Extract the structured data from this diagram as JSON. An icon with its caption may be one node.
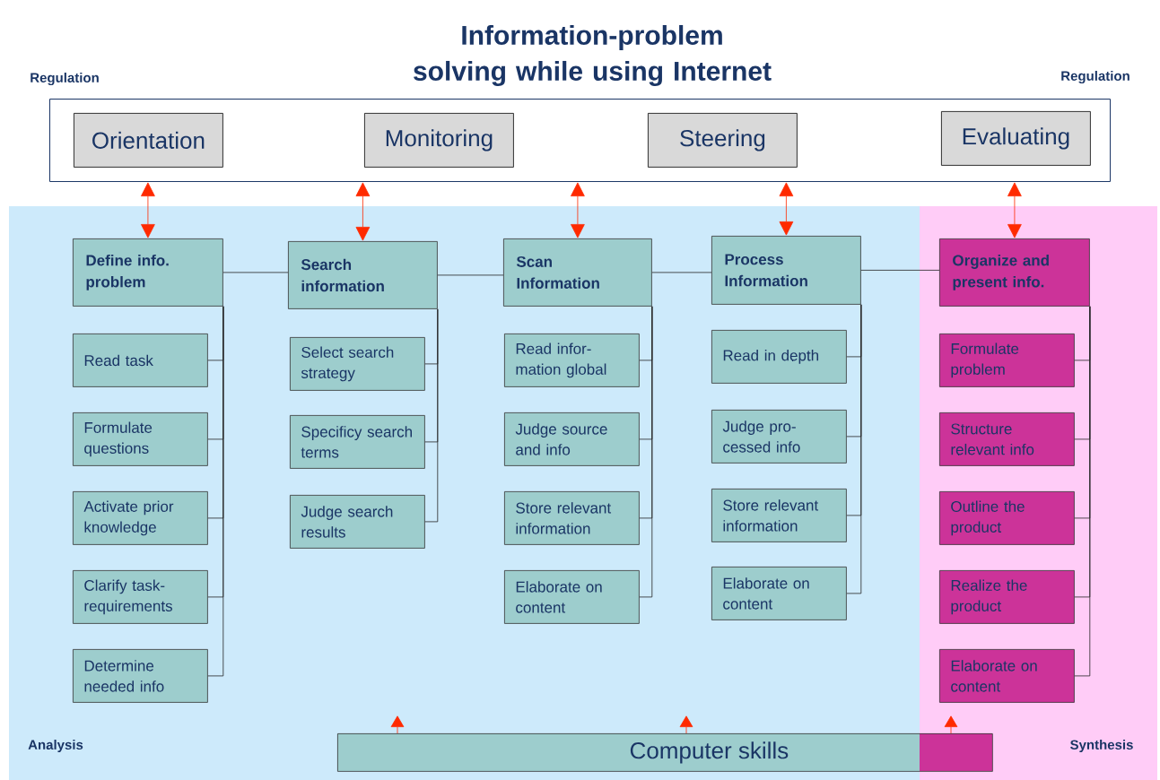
{
  "diagram": {
    "title": "Information-problem solving while using Internet",
    "nodes": [
      {
        "text": [
          "Analysis"
        ]
      },
      {
        "text": [
          "Synthesis"
        ]
      },
      {
        "text": [],
        "shape": "box"
      },
      {
        "text": [
          "Orientation"
        ],
        "in": 2
      },
      {
        "text": [
          "Monitoring"
        ],
        "in": 2
      },
      {
        "text": [
          "Steering"
        ],
        "in": 2
      },
      {
        "text": [
          "Evaluating"
        ],
        "in": 2
      },
      {
        "text": [
          "Define info. problem"
        ],
        "in": 0
      },
      {
        "text": [
          "Read task"
        ],
        "in": 0
      },
      {
        "text": [
          "Formulate questions"
        ],
        "in": 0
      },
      {
        "text": [
          "Activate prior knowledge"
        ],
        "in": 0
      },
      {
        "text": [
          "Clarify task-requirements"
        ],
        "in": 0
      },
      {
        "text": [
          "Determine needed info"
        ],
        "in": 0
      },
      {
        "text": [
          "Search information"
        ],
        "in": 0
      },
      {
        "text": [
          "Select search strategy"
        ],
        "in": 0
      },
      {
        "text": [
          "Specificy search terms"
        ],
        "in": 0
      },
      {
        "text": [
          "Judge search results"
        ],
        "in": 0
      },
      {
        "text": [
          "Scan Information"
        ],
        "in": 0
      },
      {
        "text": [
          "Read infor-mation global"
        ],
        "in": 0
      },
      {
        "text": [
          "Judge source and info"
        ],
        "in": 0
      },
      {
        "text": [
          "Store relevant information"
        ],
        "in": 0
      },
      {
        "text": [
          "Elaborate on content"
        ],
        "in": 0
      },
      {
        "text": [
          "Process Information"
        ],
        "in": 0
      },
      {
        "text": [
          "Read in depth"
        ],
        "in": 0
      },
      {
        "text": [
          "Judge pro-cessed info"
        ],
        "in": 0
      },
      {
        "text": [
          "Store relevant information"
        ],
        "in": 0
      },
      {
        "text": [
          "Elaborate on content"
        ],
        "in": 0
      },
      {
        "text": [
          "Organize and present info."
        ],
        "in": 1
      },
      {
        "text": [
          "Formulate problem"
        ],
        "in": 1
      },
      {
        "text": [
          "Structure relevant info"
        ],
        "in": 1
      },
      {
        "text": [
          "Outline the product"
        ],
        "in": 1
      },
      {
        "text": [
          "Realize the product"
        ],
        "in": 1
      },
      {
        "text": [
          "Elaborate on content"
        ],
        "in": 1
      },
      {
        "text": [
          "Computer skills"
        ]
      }
    ],
    "edges": [
      {
        "from": 7,
        "to": 13,
        "arrow": "none"
      },
      {
        "from": 13,
        "to": 17,
        "arrow": "none"
      },
      {
        "from": 17,
        "to": 22,
        "arrow": "none"
      },
      {
        "from": 22,
        "to": 27,
        "arrow": "none"
      },
      {
        "from": 7,
        "to": 8,
        "arrow": "none"
      },
      {
        "from": 7,
        "to": 9,
        "arrow": "none"
      },
      {
        "from": 7,
        "to": 10,
        "arrow": "none"
      },
      {
        "from": 7,
        "to": 11,
        "arrow": "none"
      },
      {
        "from": 7,
        "to": 12,
        "arrow": "none"
      },
      {
        "from": 13,
        "to": 14,
        "arrow": "none"
      },
      {
        "from": 13,
        "to": 15,
        "arrow": "none"
      },
      {
        "from": 13,
        "to": 16,
        "arrow": "none"
      },
      {
        "from": 17,
        "to": 18,
        "arrow": "none"
      },
      {
        "from": 17,
        "to": 19,
        "arrow": "none"
      },
      {
        "from": 17,
        "to": 20,
        "arrow": "none"
      },
      {
        "from": 17,
        "to": 21,
        "arrow": "none"
      },
      {
        "from": 22,
        "to": 23,
        "arrow": "none"
      },
      {
        "from": 22,
        "to": 24,
        "arrow": "none"
      },
      {
        "from": 22,
        "to": 25,
        "arrow": "none"
      },
      {
        "from": 22,
        "to": 26,
        "arrow": "none"
      },
      {
        "from": 27,
        "to": 28,
        "arrow": "none"
      },
      {
        "from": 27,
        "to": 29,
        "arrow": "none"
      },
      {
        "from": 27,
        "to": 30,
        "arrow": "none"
      },
      {
        "from": 27,
        "to": 31,
        "arrow": "none"
      },
      {
        "from": 27,
        "to": 32,
        "arrow": "none"
      },
      {
        "from": 2,
        "to": 7,
        "arrow": "both",
        "color": "#ff2a00"
      },
      {
        "from": 2,
        "to": 13,
        "arrow": "both",
        "color": "#ff2a00"
      },
      {
        "from": 2,
        "to": 17,
        "arrow": "both",
        "color": "#ff2a00"
      },
      {
        "from": 2,
        "to": 22,
        "arrow": "both",
        "color": "#ff2a00"
      },
      {
        "from": 2,
        "to": 27,
        "arrow": "both",
        "color": "#ff2a00"
      },
      {
        "from": 33,
        "to": null,
        "arrow": "to",
        "color": "#ff2a00"
      },
      {
        "from": 33,
        "to": null,
        "arrow": "to",
        "color": "#ff2a00"
      },
      {
        "from": 33,
        "to": null,
        "arrow": "to",
        "color": "#ff2a00"
      }
    ],
    "labels": [
      "Regulation",
      "Regulation"
    ]
  }
}
